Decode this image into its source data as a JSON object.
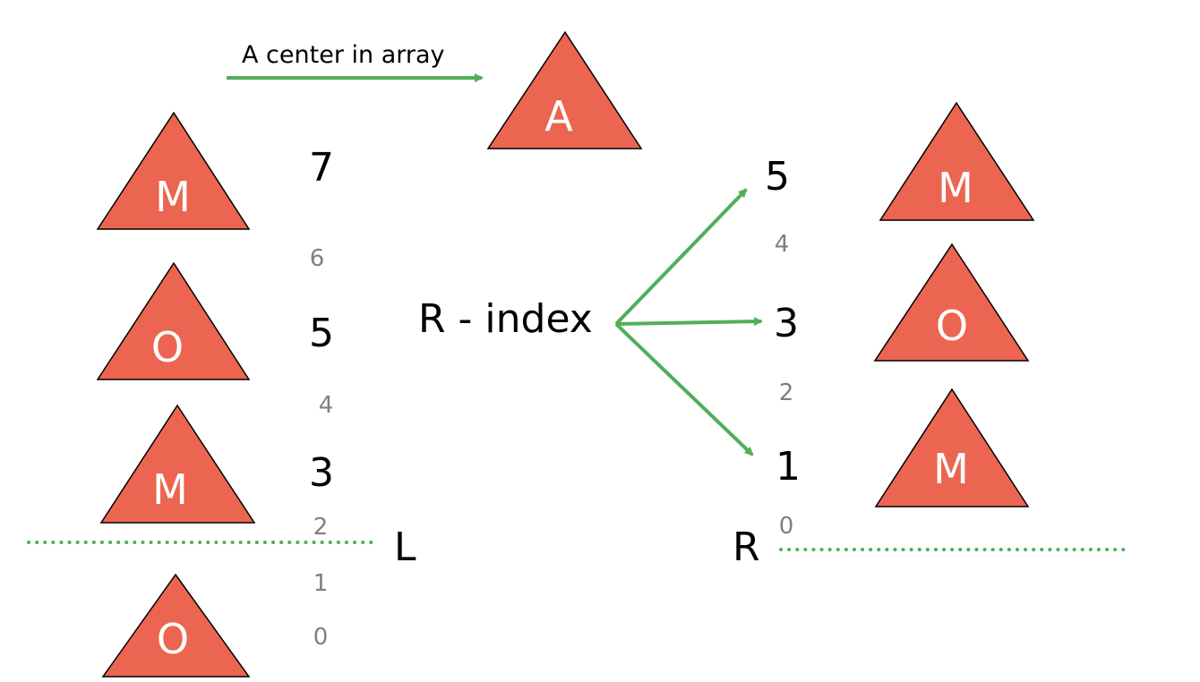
{
  "caption": "A center in array",
  "r_index_label": "R - index",
  "l_label": "L",
  "r_label": "R",
  "colors": {
    "triangle_fill": "#EC6550",
    "arrow_green": "#52AE57"
  },
  "center_triangle": {
    "letter": "A"
  },
  "left_triangles": [
    {
      "letter": "M"
    },
    {
      "letter": "O"
    },
    {
      "letter": "M"
    },
    {
      "letter": "O"
    }
  ],
  "right_triangles": [
    {
      "letter": "M"
    },
    {
      "letter": "O"
    },
    {
      "letter": "M"
    }
  ],
  "left_indices": {
    "big": [
      "7",
      "5",
      "3"
    ],
    "small": [
      "6",
      "4",
      "2",
      "1",
      "0"
    ]
  },
  "right_indices": {
    "big": [
      "5",
      "3",
      "1"
    ],
    "small": [
      "4",
      "2",
      "0"
    ]
  }
}
